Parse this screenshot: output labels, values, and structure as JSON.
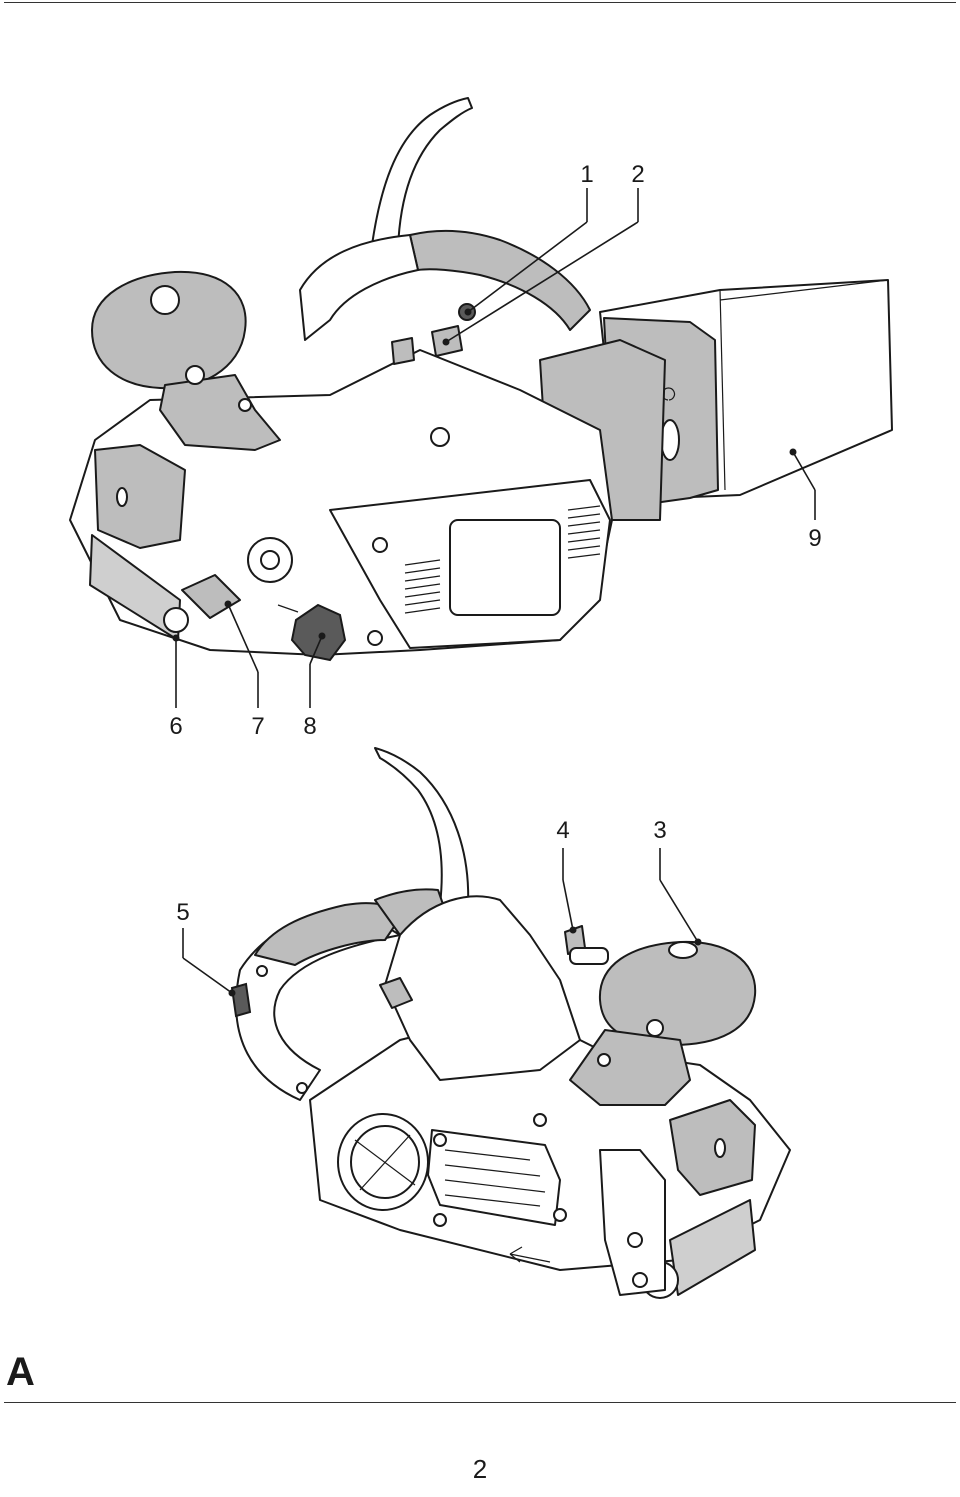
{
  "figure": {
    "letter": "A",
    "page_number": "2",
    "callouts": {
      "c1": "1",
      "c2": "2",
      "c3": "3",
      "c4": "4",
      "c5": "5",
      "c6": "6",
      "c7": "7",
      "c8": "8",
      "c9": "9"
    }
  },
  "colors": {
    "line": "#1a1a1a",
    "grip_grey": "#bdbdbd",
    "dark_grey": "#5a5a5a",
    "paper": "#ffffff"
  }
}
